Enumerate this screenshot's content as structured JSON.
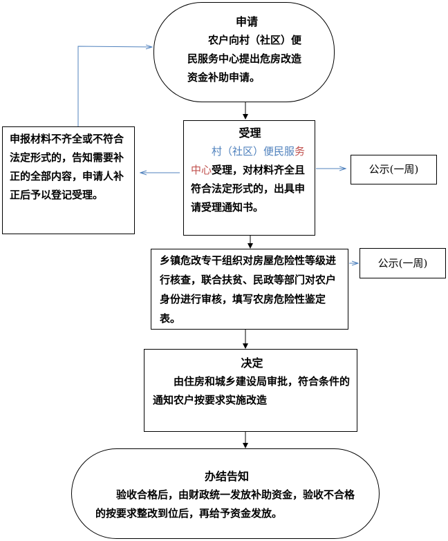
{
  "apply": {
    "title": "申请",
    "text": "农户向村（社区）便民服务中心提出危房改造资金补助申请。"
  },
  "accept": {
    "title": "受理",
    "text_part1": "村（社区）便民服",
    "text_part2": "务中心",
    "text_part3": "受理，对材料齐全且符合法定形式的，出具申请受理通知书。"
  },
  "incomplete": {
    "text": "申报材料不齐全或不符合法定形式的，告知需要补正的全部内容，申请人补正后予以登记受理。"
  },
  "publicity1": {
    "text": "公示(一周)"
  },
  "inspect": {
    "text": "乡镇危改专干组织对房屋危险性等级进行核查，联合扶贫、民政等部门对农户身份进行审核，填写农房危险性鉴定表。"
  },
  "publicity2": {
    "text": "公示(一周)"
  },
  "decide": {
    "title": "决定",
    "text": "由住房和城乡建设局审批，符合条件的通知农户按要求实施改造"
  },
  "finish": {
    "title": "办结告知",
    "text": "验收合格后，由财政统一发放补助资金，验收不合格的按要求整改到位后，再给予资金发放。"
  }
}
